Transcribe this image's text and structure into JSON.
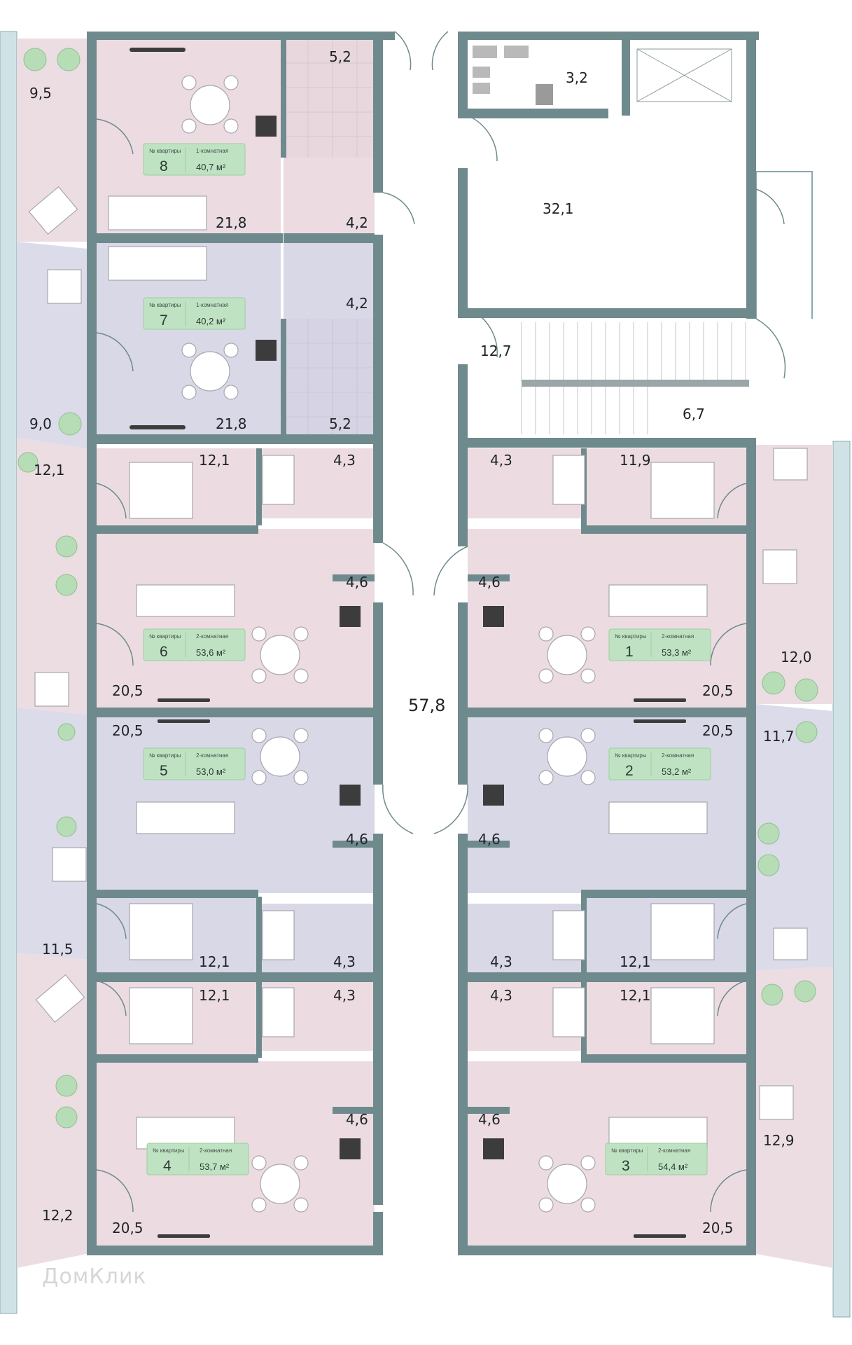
{
  "areas": {
    "a_9_5": "9,5",
    "a_21_8_top": "21,8",
    "a_5_2_top": "5,2",
    "a_4_2_top": "4,2",
    "a_4_2_b": "4,2",
    "a_21_8_b": "21,8",
    "a_5_2_b": "5,2",
    "a_9_0": "9,0",
    "a_12_1_l1": "12,1",
    "a_12_1_r1": "12,1",
    "a_4_3_l1": "4,3",
    "a_4_6_l1": "4,6",
    "a_20_5_l6": "20,5",
    "a_20_5_l5": "20,5",
    "a_4_6_l2": "4,6",
    "a_11_5": "11,5",
    "a_12_1_l2": "12,1",
    "a_4_3_l2": "4,3",
    "a_12_1_l3": "12,1",
    "a_4_3_l3": "4,3",
    "a_4_6_l3": "4,6",
    "a_12_2": "12,2",
    "a_20_5_l4": "20,5",
    "a_3_2": "3,2",
    "a_32_1": "32,1",
    "a_12_7": "12,7",
    "a_6_7": "6,7",
    "a_4_3_r1": "4,3",
    "a_11_9": "11,9",
    "a_4_6_r1": "4,6",
    "a_12_0": "12,0",
    "a_20_5_r1": "20,5",
    "a_20_5_r2": "20,5",
    "a_11_7": "11,7",
    "a_4_6_r2": "4,6",
    "a_4_3_r2": "4,3",
    "a_12_1_r2": "12,1",
    "a_4_3_r3": "4,3",
    "a_12_1_r3": "12,1",
    "a_4_6_r3": "4,6",
    "a_12_9": "12,9",
    "a_20_5_r3": "20,5",
    "a_57_8": "57,8"
  },
  "apartments": [
    {
      "label": "№ квартиры",
      "number": "8",
      "type": "1-комнатная",
      "area": "40,7 м²"
    },
    {
      "label": "№ квартиры",
      "number": "7",
      "type": "1-комнатная",
      "area": "40,2 м²"
    },
    {
      "label": "№ квартиры",
      "number": "6",
      "type": "2-комнатная",
      "area": "53,6 м²"
    },
    {
      "label": "№ квартиры",
      "number": "5",
      "type": "2-комнатная",
      "area": "53,0 м²"
    },
    {
      "label": "№ квартиры",
      "number": "4",
      "type": "2-комнатная",
      "area": "53,7 м²"
    },
    {
      "label": "№ квартиры",
      "number": "1",
      "type": "2-комнатная",
      "area": "53,3 м²"
    },
    {
      "label": "№ квартиры",
      "number": "2",
      "type": "2-комнатная",
      "area": "53,2 м²"
    },
    {
      "label": "№ квартиры",
      "number": "3",
      "type": "2-комнатная",
      "area": "54,4 м²"
    }
  ],
  "watermark": "ДомКлик",
  "colors": {
    "wall": "#6f8a8d",
    "room_pink": "#ecdce1",
    "room_lilac": "#d9d8e7",
    "tag_green": "#bfe3c2"
  }
}
